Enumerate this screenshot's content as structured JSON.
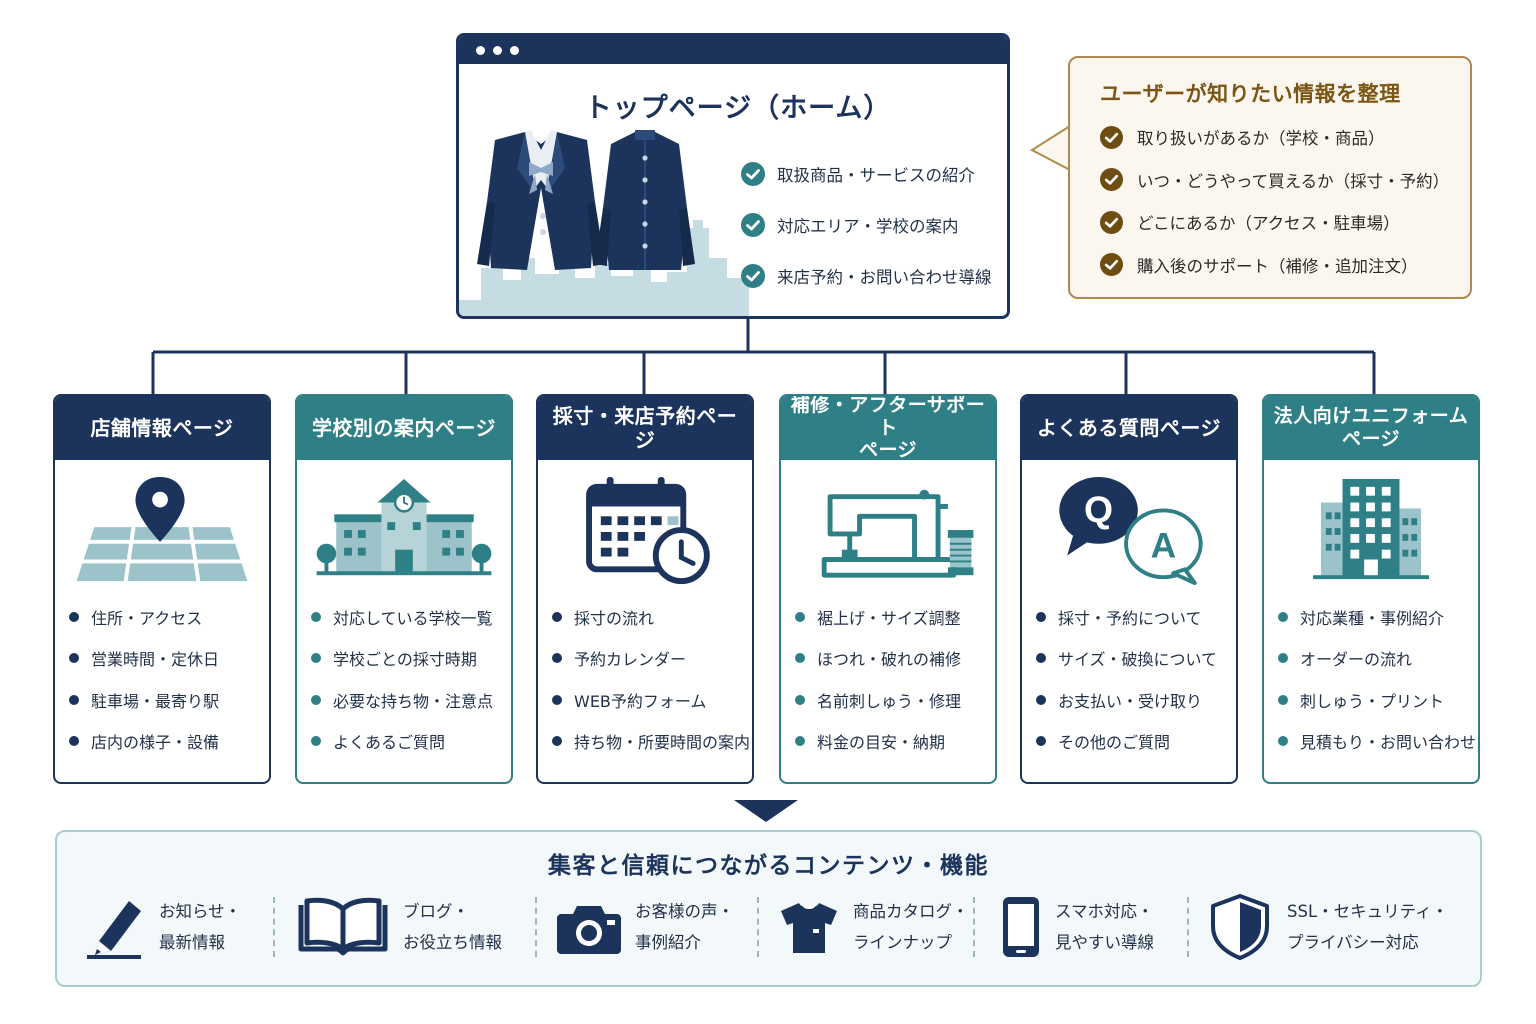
{
  "top_page": {
    "title": "トップページ（ホーム）",
    "features": [
      {
        "icon": "check-circle-icon",
        "label": "取扱商品・サービスの紹介"
      },
      {
        "icon": "check-circle-icon",
        "label": "対応エリア・学校の案内"
      },
      {
        "icon": "check-circle-icon",
        "label": "来店予約・お問い合わせ導線"
      }
    ]
  },
  "user_needs": {
    "title": "ユーザーが知りたい情報を整理",
    "items": [
      {
        "icon": "check-circle-icon",
        "label": "取り扱いがあるか（学校・商品）"
      },
      {
        "icon": "check-circle-icon",
        "label": "いつ・どうやって買えるか（採寸・予約）"
      },
      {
        "icon": "check-circle-icon",
        "label": "どこにあるか（アクセス・駐車場）"
      },
      {
        "icon": "check-circle-icon",
        "label": "購入後のサポート（補修・追加注文）"
      }
    ]
  },
  "pages": [
    {
      "title_lines": [
        "店舗情報ページ"
      ],
      "icon": "map-pin-icon",
      "items": [
        "住所・アクセス",
        "営業時間・定休日",
        "駐車場・最寄り駅",
        "店内の様子・設備"
      ]
    },
    {
      "title_lines": [
        "学校別の案内ページ"
      ],
      "icon": "school-building-icon",
      "items": [
        "対応している学校一覧",
        "学校ごとの採寸時期",
        "必要な持ち物・注意点",
        "よくあるご質問"
      ]
    },
    {
      "title_lines": [
        "採寸・来店予約ページ"
      ],
      "icon": "calendar-clock-icon",
      "items": [
        "採寸の流れ",
        "予約カレンダー",
        "WEB予約フォーム",
        "持ち物・所要時間の案内"
      ]
    },
    {
      "title_lines": [
        "補修・アフターサポート",
        "ページ"
      ],
      "icon": "sewing-machine-icon",
      "items": [
        "裾上げ・サイズ調整",
        "ほつれ・破れの補修",
        "名前刺しゅう・修理",
        "料金の目安・納期"
      ]
    },
    {
      "title_lines": [
        "よくある質問ページ"
      ],
      "icon": "qa-bubbles-icon",
      "items": [
        "採寸・予約について",
        "サイズ・破換について",
        "お支払い・受け取り",
        "その他のご質問"
      ]
    },
    {
      "title_lines": [
        "法人向けユニフォーム",
        "ページ"
      ],
      "icon": "office-building-icon",
      "items": [
        "対応業種・事例紹介",
        "オーダーの流れ",
        "刺しゅう・プリント",
        "見積もり・お問い合わせ"
      ]
    }
  ],
  "bottom": {
    "title": "集客と信頼につながるコンテンツ・機能",
    "features": [
      {
        "icon": "pencil-icon",
        "lines": [
          "お知らせ・",
          "最新情報"
        ]
      },
      {
        "icon": "open-book-icon",
        "lines": [
          "ブログ・",
          "お役立ち情報"
        ]
      },
      {
        "icon": "camera-icon",
        "lines": [
          "お客様の声・",
          "事例紹介"
        ]
      },
      {
        "icon": "tshirt-icon",
        "lines": [
          "商品カタログ・",
          "ラインナップ"
        ]
      },
      {
        "icon": "smartphone-icon",
        "lines": [
          "スマホ対応・",
          "見やすい導線"
        ]
      },
      {
        "icon": "shield-icon",
        "lines": [
          "SSL・セキュリティ・",
          "プライバシー対応"
        ]
      }
    ]
  },
  "colors": {
    "navy": "#1c335c",
    "teal": "#2e7f86",
    "gold": "#7a5514",
    "bubble_bg": "#fcf7ee"
  }
}
